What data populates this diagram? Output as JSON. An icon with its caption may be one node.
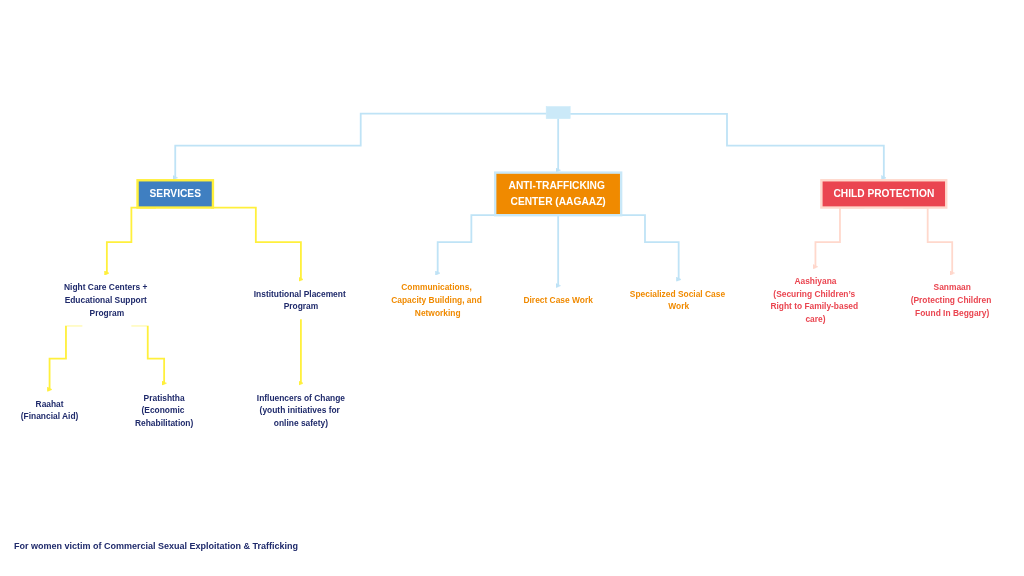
{
  "diagram": {
    "nodes": [
      {
        "text": [],
        "shape": "box"
      },
      {
        "text": [
          "SERVICES"
        ]
      },
      {
        "text": [
          "ANTI-TRAFFICKING CENTER (AAGAAZ)"
        ]
      },
      {
        "text": [
          "CHILD PROTECTION"
        ]
      },
      {
        "text": [
          "Night Care Centers + Educational Support Program"
        ]
      },
      {
        "text": [
          "Institutional Placement Program"
        ]
      },
      {
        "text": [
          "Raahat",
          "(Financial Aid)"
        ]
      },
      {
        "text": [
          "Pratishtha",
          "(Economic Rehabilitation)"
        ]
      },
      {
        "text": [
          "Influencers of Change",
          "(youth initiatives for online safety)"
        ]
      },
      {
        "text": [
          "Communications, Capacity Building, and Networking"
        ]
      },
      {
        "text": [
          "Direct Case Work"
        ]
      },
      {
        "text": [
          "Specialized Social Case Work"
        ]
      },
      {
        "text": [
          "Aashiyana",
          "(Securing Children’s Right to Family-based care)"
        ]
      },
      {
        "text": [
          "Sanmaan",
          "(Protecting Children Found In Beggary)"
        ]
      }
    ],
    "edges": [
      {
        "from": 0,
        "to": 1,
        "arrow": "to"
      },
      {
        "from": 0,
        "to": 2,
        "arrow": "to"
      },
      {
        "from": 0,
        "to": 3,
        "arrow": "to"
      },
      {
        "from": 1,
        "to": 4,
        "arrow": "to",
        "color": "#fff03c"
      },
      {
        "from": 1,
        "to": 5,
        "arrow": "to",
        "color": "#fff03c"
      },
      {
        "from": 4,
        "to": 6,
        "arrow": "to",
        "color": "#fff03c"
      },
      {
        "from": 4,
        "to": 7,
        "arrow": "to",
        "color": "#fff03c"
      },
      {
        "from": 5,
        "to": 8,
        "arrow": "to",
        "color": "#fff03c"
      },
      {
        "from": 2,
        "to": 9,
        "arrow": "to"
      },
      {
        "from": 2,
        "to": 10,
        "arrow": "to"
      },
      {
        "from": 2,
        "to": 11,
        "arrow": "to"
      },
      {
        "from": 3,
        "to": 12,
        "arrow": "to",
        "color": "#ffd8cc"
      },
      {
        "from": 3,
        "to": 13,
        "arrow": "to",
        "color": "#ffd8cc"
      }
    ],
    "labels": [
      "For women victim of Commercial Sexual Exploitation & Trafficking"
    ]
  }
}
